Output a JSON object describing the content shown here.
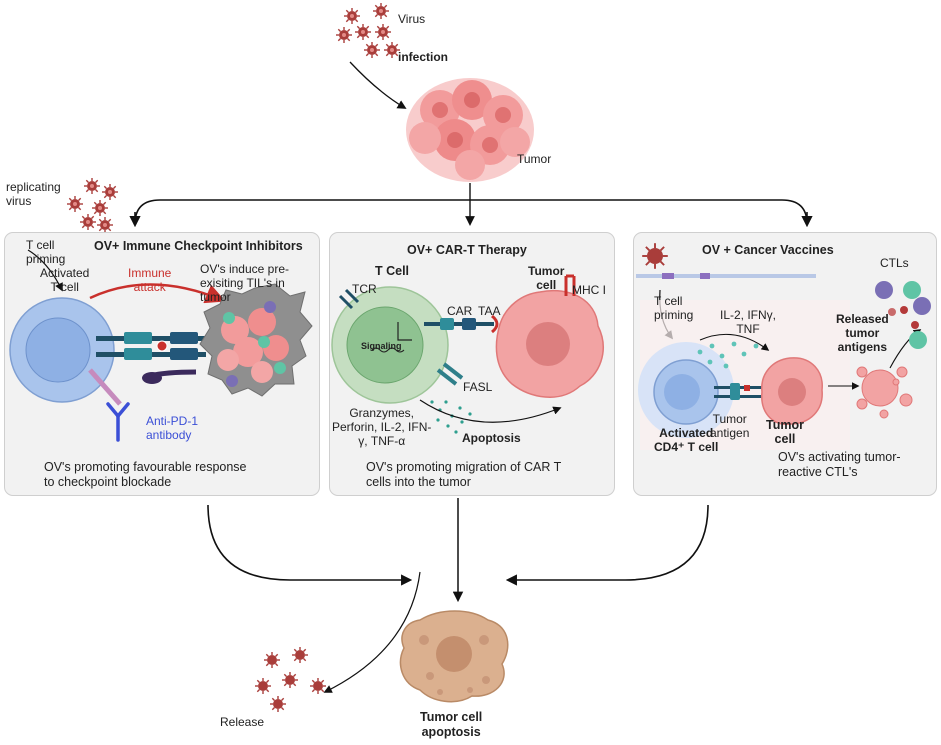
{
  "top": {
    "virus_label": "Virus",
    "infection_label": "infection",
    "tumor_label": "Tumor",
    "replicating_virus_label": "replicating\nvirus"
  },
  "panels": {
    "checkpoint": {
      "title": "OV+ Immune Checkpoint Inhibitors",
      "t_cell_priming": "T cell\npriming",
      "activated_t_cell": "Activated\nT cell",
      "immune_attack": "Immune\nattack",
      "ov_induce": "OV's induce pre-\nexisiting TIL's in\ntumor",
      "anti_pd1": "Anti-PD-1\nantibody",
      "caption": "OV's promoting favourable response\nto checkpoint blockade"
    },
    "car_t": {
      "title": "OV+ CAR-T Therapy",
      "t_cell": "T Cell",
      "tumor_cell": "Tumor\ncell",
      "tcr": "TCR",
      "mhc": "MHC I",
      "car": "CAR",
      "taa": "TAA",
      "signaling": "Signaling",
      "fasl": "FASL",
      "cytokines": "Granzymes,\nPerforin, IL-2, IFN-\nγ, TNF-α",
      "apoptosis": "Apoptosis",
      "caption": "OV's promoting migration of CAR T\ncells into the tumor"
    },
    "vaccines": {
      "title": "OV + Cancer  Vaccines",
      "ctls": "CTLs",
      "t_cell_priming": "T cell\npriming",
      "cytokines": "IL-2, IFNγ,\nTNF",
      "released": "Released\ntumor\nantigens",
      "tumor_antigen": "Tumor\nantigen",
      "activated_cd4": "Activated\nCD4⁺ T cell",
      "tumor_cell": "Tumor\ncell",
      "caption": "OV's activating tumor-\nreactive CTL's"
    }
  },
  "bottom": {
    "release_label": "Release",
    "apoptosis_label": "Tumor cell\napoptosis"
  },
  "colors": {
    "virus": "#a93d3a",
    "tumor": "#f2a3a3",
    "t_cell": "#a9c4ec",
    "car_t_cell": "#b9d7b3",
    "dead_cell": "#d9a98a",
    "attack": "#c9302c",
    "antibody": "#3b4fd6"
  }
}
